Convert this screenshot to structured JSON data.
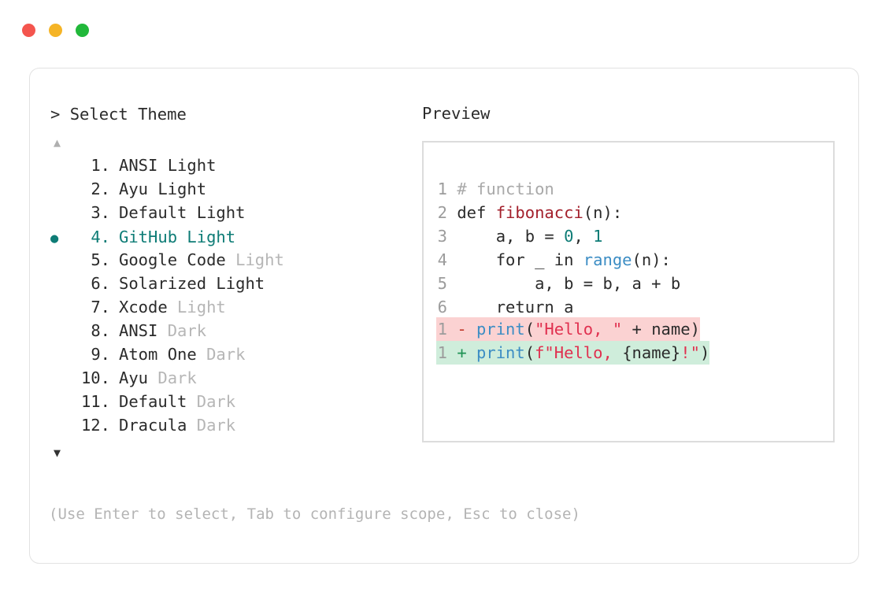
{
  "window": {
    "traffic_lights": [
      {
        "name": "close",
        "color": "#F4554E"
      },
      {
        "name": "minimize",
        "color": "#F5B426"
      },
      {
        "name": "maximize",
        "color": "#21B83A"
      }
    ]
  },
  "prompt": {
    "caret": ">",
    "title": "Select Theme"
  },
  "scroll": {
    "up_arrow": "▲",
    "down_arrow": "▼"
  },
  "selection": {
    "bullet": "●",
    "selected_index": 4,
    "accent_color": "#0E7C76"
  },
  "themes": [
    {
      "num": "1.",
      "name": "ANSI Light",
      "suffix": "",
      "muted_suffix": false,
      "selected": false
    },
    {
      "num": "2.",
      "name": "Ayu Light",
      "suffix": "",
      "muted_suffix": false,
      "selected": false
    },
    {
      "num": "3.",
      "name": "Default Light",
      "suffix": "",
      "muted_suffix": false,
      "selected": false
    },
    {
      "num": "4.",
      "name": "GitHub Light",
      "suffix": "",
      "muted_suffix": false,
      "selected": true
    },
    {
      "num": "5.",
      "name": "Google Code",
      "suffix": "Light",
      "muted_suffix": true,
      "selected": false
    },
    {
      "num": "6.",
      "name": "Solarized Light",
      "suffix": "",
      "muted_suffix": false,
      "selected": false
    },
    {
      "num": "7.",
      "name": "Xcode",
      "suffix": "Light",
      "muted_suffix": true,
      "selected": false
    },
    {
      "num": "8.",
      "name": "ANSI",
      "suffix": "Dark",
      "muted_suffix": true,
      "selected": false
    },
    {
      "num": "9.",
      "name": "Atom One",
      "suffix": "Dark",
      "muted_suffix": true,
      "selected": false
    },
    {
      "num": "10.",
      "name": "Ayu",
      "suffix": "Dark",
      "muted_suffix": true,
      "selected": false
    },
    {
      "num": "11.",
      "name": "Default",
      "suffix": "Dark",
      "muted_suffix": true,
      "selected": false
    },
    {
      "num": "12.",
      "name": "Dracula",
      "suffix": "Dark",
      "muted_suffix": true,
      "selected": false
    }
  ],
  "hint": "(Use Enter to select, Tab to configure scope, Esc to close)",
  "preview": {
    "label": "Preview",
    "code_lines": [
      {
        "n": "1",
        "tokens": [
          {
            "t": "# function",
            "c": "cm"
          }
        ]
      },
      {
        "n": "2",
        "tokens": [
          {
            "t": "def ",
            "c": "kw"
          },
          {
            "t": "fibonacci",
            "c": "fn"
          },
          {
            "t": "(n):",
            "c": "kw"
          }
        ]
      },
      {
        "n": "3",
        "tokens": [
          {
            "t": "    a, b = ",
            "c": "kw"
          },
          {
            "t": "0",
            "c": "num"
          },
          {
            "t": ", ",
            "c": "kw"
          },
          {
            "t": "1",
            "c": "num"
          }
        ]
      },
      {
        "n": "4",
        "tokens": [
          {
            "t": "    for _ in ",
            "c": "kw"
          },
          {
            "t": "range",
            "c": "bi"
          },
          {
            "t": "(n):",
            "c": "kw"
          }
        ]
      },
      {
        "n": "5",
        "tokens": [
          {
            "t": "        a, b = b, a + b",
            "c": "kw"
          }
        ]
      },
      {
        "n": "6",
        "tokens": [
          {
            "t": "    return a",
            "c": "kw"
          }
        ]
      }
    ],
    "diff_lines": [
      {
        "n": "1",
        "kind": "minus",
        "sign": "-",
        "tokens": [
          {
            "t": "print",
            "c": "pn"
          },
          {
            "t": "(",
            "c": "kw"
          },
          {
            "t": "\"Hello, \"",
            "c": "str"
          },
          {
            "t": " + name)",
            "c": "kw"
          }
        ]
      },
      {
        "n": "1",
        "kind": "plus",
        "sign": "+",
        "tokens": [
          {
            "t": "print",
            "c": "pn"
          },
          {
            "t": "(",
            "c": "kw"
          },
          {
            "t": "f\"Hello, ",
            "c": "str"
          },
          {
            "t": "{name}",
            "c": "kw"
          },
          {
            "t": "!\"",
            "c": "str"
          },
          {
            "t": ")",
            "c": "kw"
          }
        ]
      }
    ],
    "diff_colors": {
      "removed_bg": "#FBD2D2",
      "added_bg": "#CFEDDB"
    }
  }
}
